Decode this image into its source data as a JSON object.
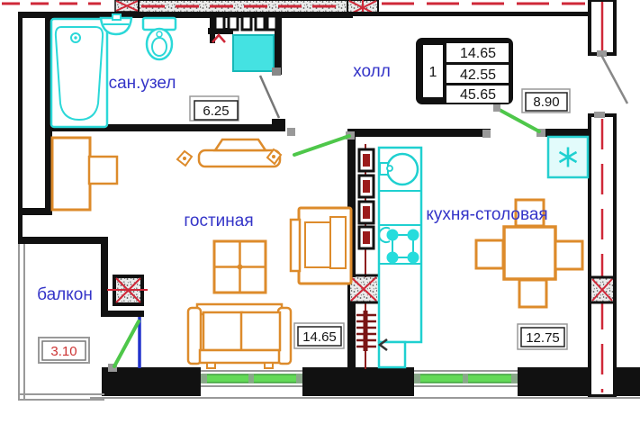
{
  "plan_title": "apartment-floor-plan",
  "rooms": {
    "bathroom": {
      "label": "сан.узел",
      "area": "6.25"
    },
    "hall": {
      "label": "холл",
      "area": "8.90"
    },
    "living_room": {
      "label": "гостиная",
      "area": "14.65"
    },
    "kitchen": {
      "label": "кухня-столовая",
      "area": "12.75"
    },
    "balcony": {
      "label": "балкон",
      "area": "3.10"
    }
  },
  "stamp": {
    "number": "1",
    "rows": [
      "14.65",
      "42.55",
      "45.65"
    ]
  },
  "colors": {
    "wall_black": "#111111",
    "axis_red": "#cf2838",
    "dark_red": "#8e1d1d",
    "fixture_cyan": "#2bd8d8",
    "furniture_orange": "#dd8b2b",
    "door_green": "#4ec74a",
    "door_blue": "#2233cc",
    "label_blue": "#3434c8",
    "balcony_area_red": "#cc3333",
    "gray": "#999999"
  }
}
